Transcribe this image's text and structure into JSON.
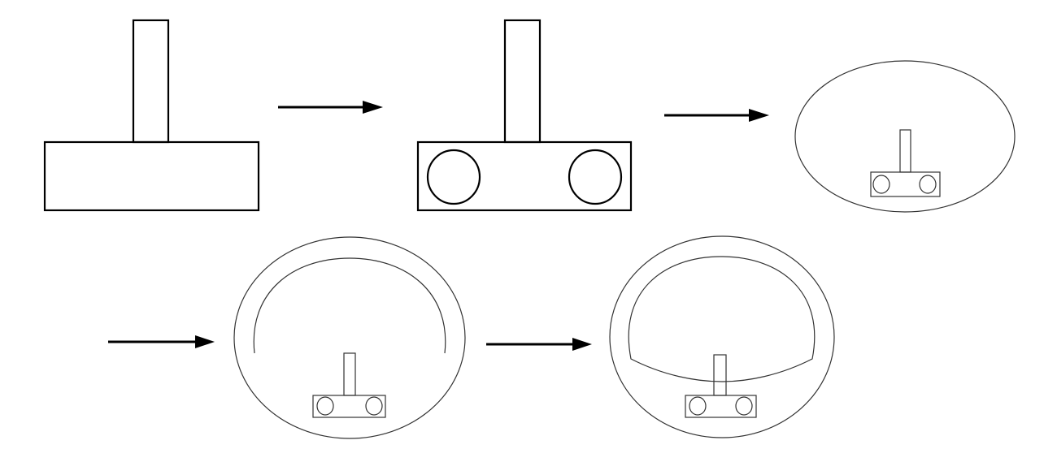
{
  "colors": {
    "stroke": "#000000",
    "thin_stroke": "#333333",
    "background": "#ffffff"
  },
  "steps": [
    "t-block",
    "t-block-with-holes",
    "block-in-ellipse",
    "ellipse-with-inner-arc",
    "ellipse-with-closed-inner-loop"
  ]
}
